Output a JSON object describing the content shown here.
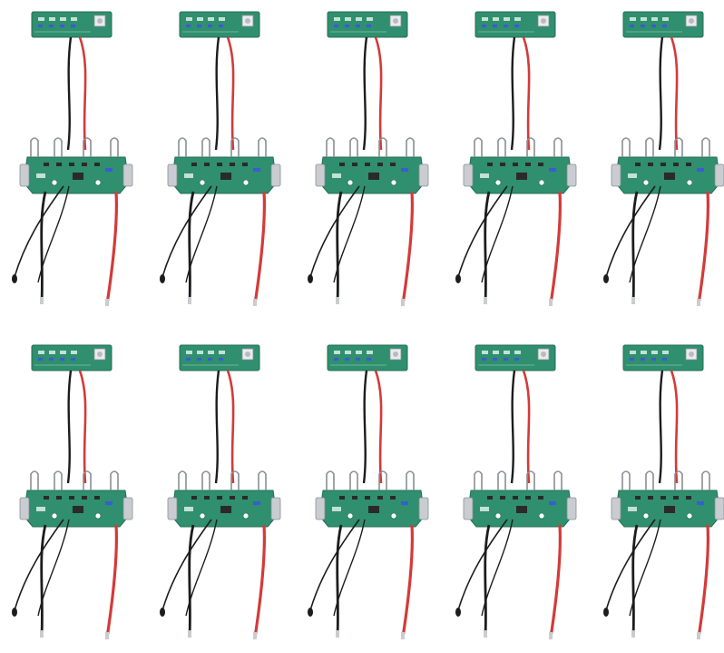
{
  "image": {
    "description_free": true,
    "background": "#ffffff"
  },
  "grid": {
    "rows": 2,
    "columns": 5,
    "count": 10
  },
  "colors": {
    "pcb_green": "#2f8f6e",
    "pcb_green_light": "#5fb89a",
    "silkscreen": "#e8f5ef",
    "wire_black": "#1c1c1c",
    "wire_red": "#d43a3a",
    "metal": "#c9ccd0",
    "metal_dark": "#8a8e94",
    "led_blue": "#3b5bd6"
  },
  "modules": [
    {
      "id": "m1"
    },
    {
      "id": "m2"
    },
    {
      "id": "m3"
    },
    {
      "id": "m4"
    },
    {
      "id": "m5"
    },
    {
      "id": "m6"
    },
    {
      "id": "m7"
    },
    {
      "id": "m8"
    },
    {
      "id": "m9"
    },
    {
      "id": "m10"
    }
  ]
}
